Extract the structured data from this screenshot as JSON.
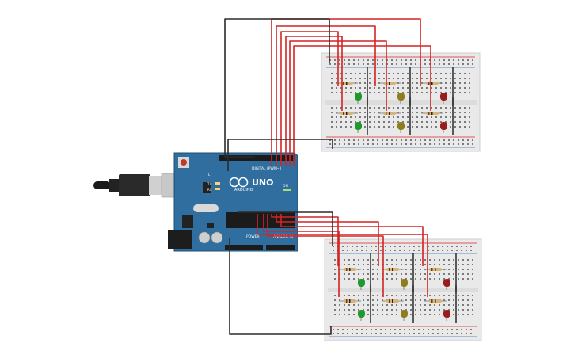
{
  "board": {
    "brand_text": "ARDUINO",
    "model_text": "UNO",
    "digital_label": "DIGITAL (PWM~)",
    "power_label": "POWER",
    "analog_label": "ANALOG IN",
    "on_label": "ON",
    "tx_label": "TX",
    "rx_label": "RX",
    "l_label": "L"
  },
  "colors": {
    "board": "#2f6e9e",
    "board_dark": "#1f4f73",
    "breadboard": "#e9e9e9",
    "rail_red": "#d8262b",
    "rail_blue": "#3a66b8",
    "wire_red": "#d42424",
    "wire_black": "#2b2b2b",
    "led_green": "#1f9a2a",
    "led_yellow": "#8e7d1d",
    "led_red": "#9a1c1c",
    "resistor": "#d6b37a"
  },
  "led_colors": [
    "green",
    "yellow",
    "red"
  ]
}
